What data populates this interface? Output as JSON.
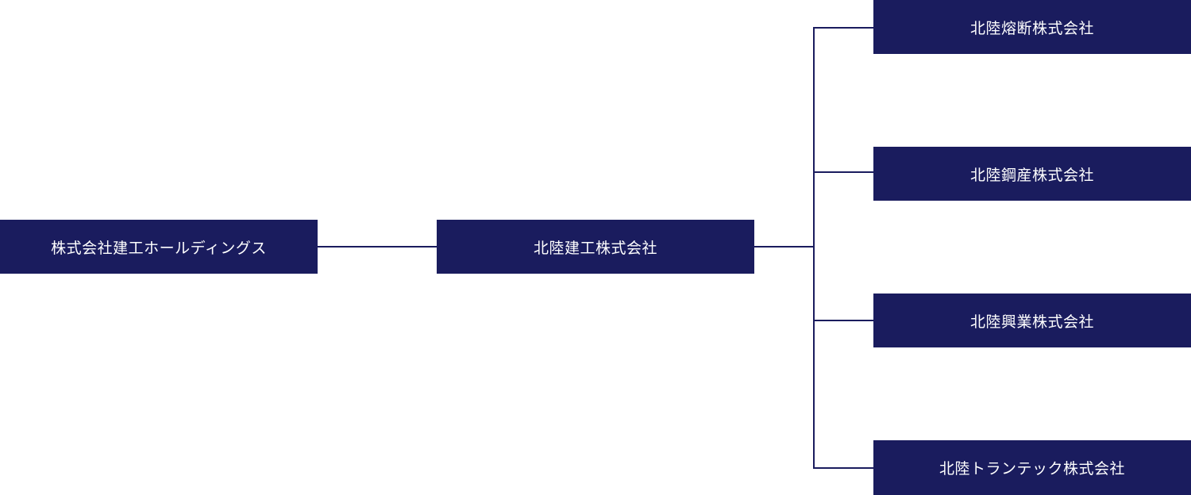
{
  "diagram": {
    "type": "org-chart",
    "colors": {
      "box_bg": "#1a1c5e",
      "box_text": "#ffffff",
      "line": "#1a1c5e",
      "background": "#ffffff"
    },
    "root": {
      "label": "株式会社建工ホールディングス"
    },
    "middle": {
      "label": "北陸建工株式会社"
    },
    "children": [
      {
        "label": "北陸熔断株式会社"
      },
      {
        "label": "北陸鋼産株式会社"
      },
      {
        "label": "北陸興業株式会社"
      },
      {
        "label": "北陸トランテック株式会社"
      }
    ]
  }
}
